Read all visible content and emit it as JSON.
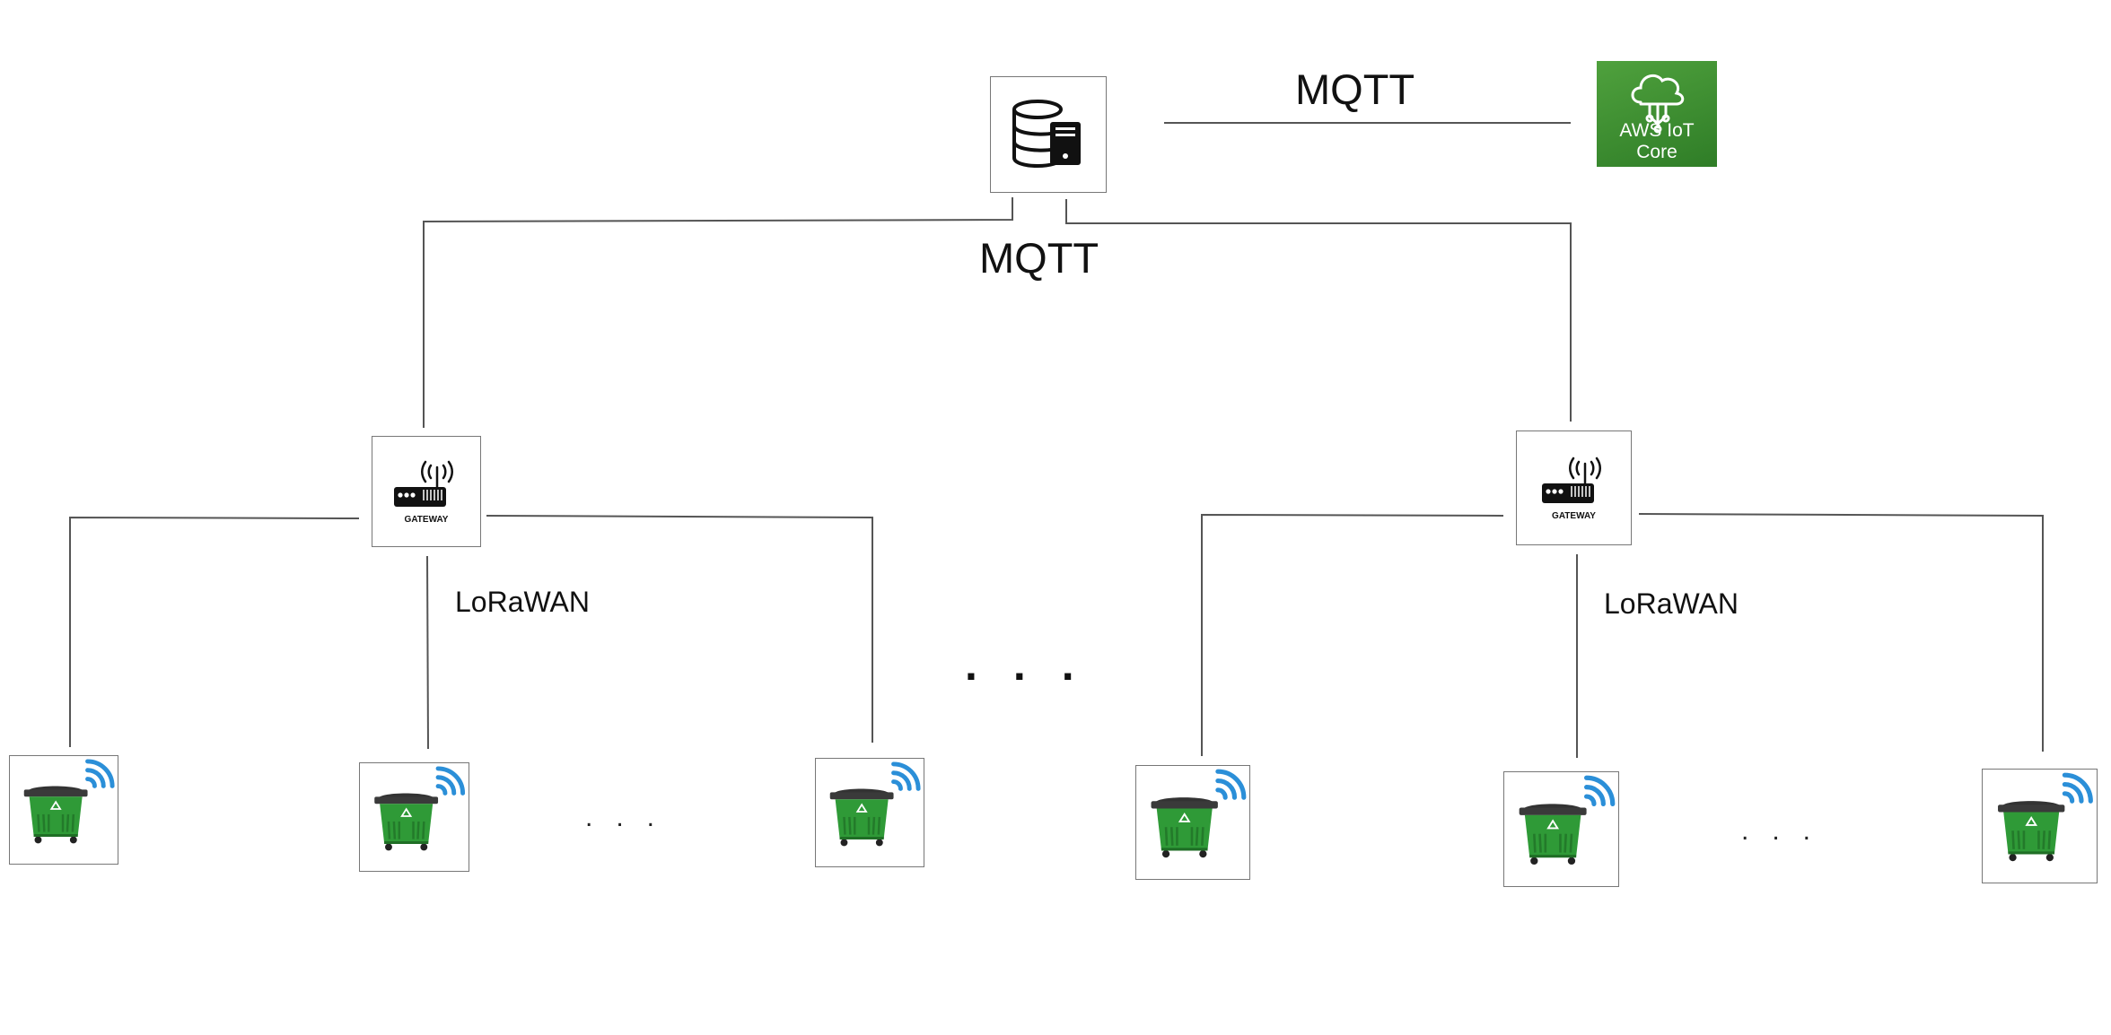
{
  "diagram": {
    "links": {
      "server_to_cloud": "MQTT",
      "server_to_gateways": "MQTT",
      "gateway_left_to_bins": "LoRaWAN",
      "gateway_right_to_bins": "LoRaWAN"
    },
    "cloud": {
      "label": "AWS IoT Core",
      "color": "#3f9233"
    },
    "gateway": {
      "caption": "GATEWAY"
    },
    "ellipsis": {
      "small": "...",
      "large": "..."
    },
    "icons": {
      "server": "database-server-icon",
      "cloud": "cloud-circuit-icon",
      "gateway": "gateway-router-icon",
      "bin": "smart-waste-bin-icon"
    }
  }
}
